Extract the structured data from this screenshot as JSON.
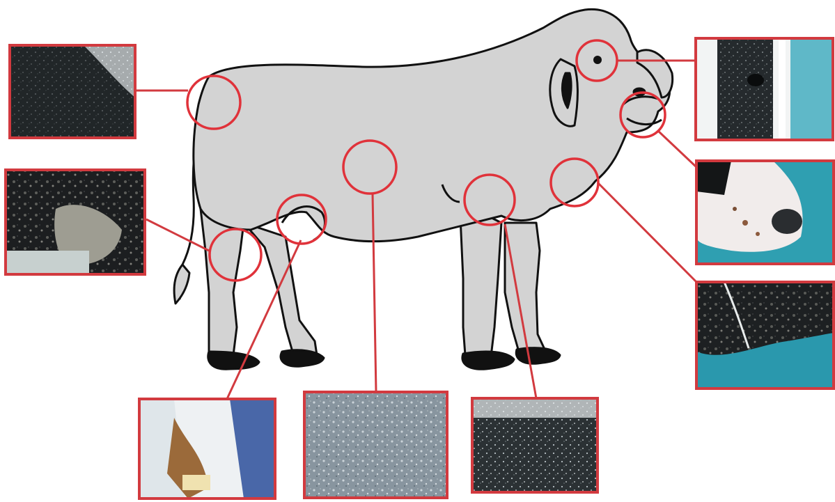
{
  "figure": {
    "subject": "cow",
    "accent_color": "#d23a3f",
    "body_color": "#d3d3d3",
    "outline_color": "#111111",
    "background_color": "#ffffff"
  },
  "photos": [
    {
      "id": "hip",
      "tone": "dark-skin-patch"
    },
    {
      "id": "flank",
      "tone": "crusty-lesion"
    },
    {
      "id": "udder",
      "tone": "udder-closeup"
    },
    {
      "id": "belly",
      "tone": "speckled-skin"
    },
    {
      "id": "foreleg",
      "tone": "speckled-dark"
    },
    {
      "id": "eye",
      "tone": "eye-closeup"
    },
    {
      "id": "muzzle",
      "tone": "muzzle-closeup"
    },
    {
      "id": "dewlap",
      "tone": "dewlap-crust"
    }
  ]
}
